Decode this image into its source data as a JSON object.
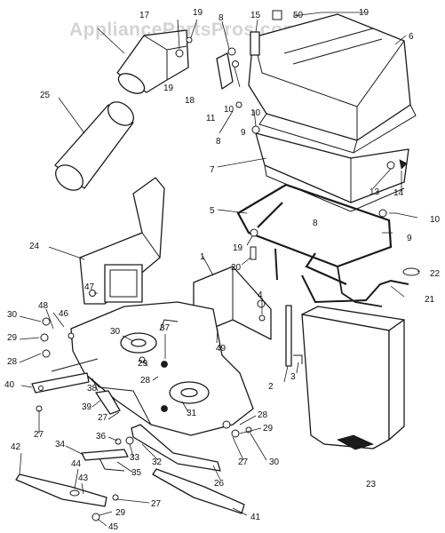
{
  "watermark": "AppliancePartsPros.com",
  "colors": {
    "line": "#1a1a1a",
    "paper": "#ffffff",
    "watermark": "#d4d4d4"
  },
  "callouts": {
    "c2": "2",
    "c3": "3",
    "c4": "4",
    "c5": "5",
    "c6": "6",
    "c7": "7",
    "c8a": "8",
    "c8b": "8",
    "c8c": "8",
    "c9a": "9",
    "c9b": "9",
    "c10a": "10",
    "c10b": "10",
    "c10c": "10",
    "c11": "11",
    "c13": "13",
    "c14": "14",
    "c15": "15",
    "c17": "17",
    "c18": "18",
    "c19a": "19",
    "c19b": "19",
    "c19c": "19",
    "c19d": "19",
    "c20": "20",
    "c21": "21",
    "c22": "22",
    "c23": "23",
    "c24": "24",
    "c25": "25",
    "c26": "26",
    "c27a": "27",
    "c27b": "27",
    "c27c": "27",
    "c27d": "27",
    "c28a": "28",
    "c28b": "28",
    "c28c": "28",
    "c29a": "29",
    "c29b": "29",
    "c29c": "29",
    "c29d": "29",
    "c30a": "30",
    "c30b": "30",
    "c30c": "30",
    "c31": "31",
    "c32": "32",
    "c33": "33",
    "c34": "34",
    "c35": "35",
    "c36": "36",
    "c37": "37",
    "c38": "38",
    "c39": "39",
    "c40": "40",
    "c41": "41",
    "c42": "42",
    "c43": "43",
    "c44": "44",
    "c45": "45",
    "c46": "46",
    "c47": "47",
    "c48": "48",
    "c49": "49",
    "c50": "50",
    "c1": "1"
  }
}
